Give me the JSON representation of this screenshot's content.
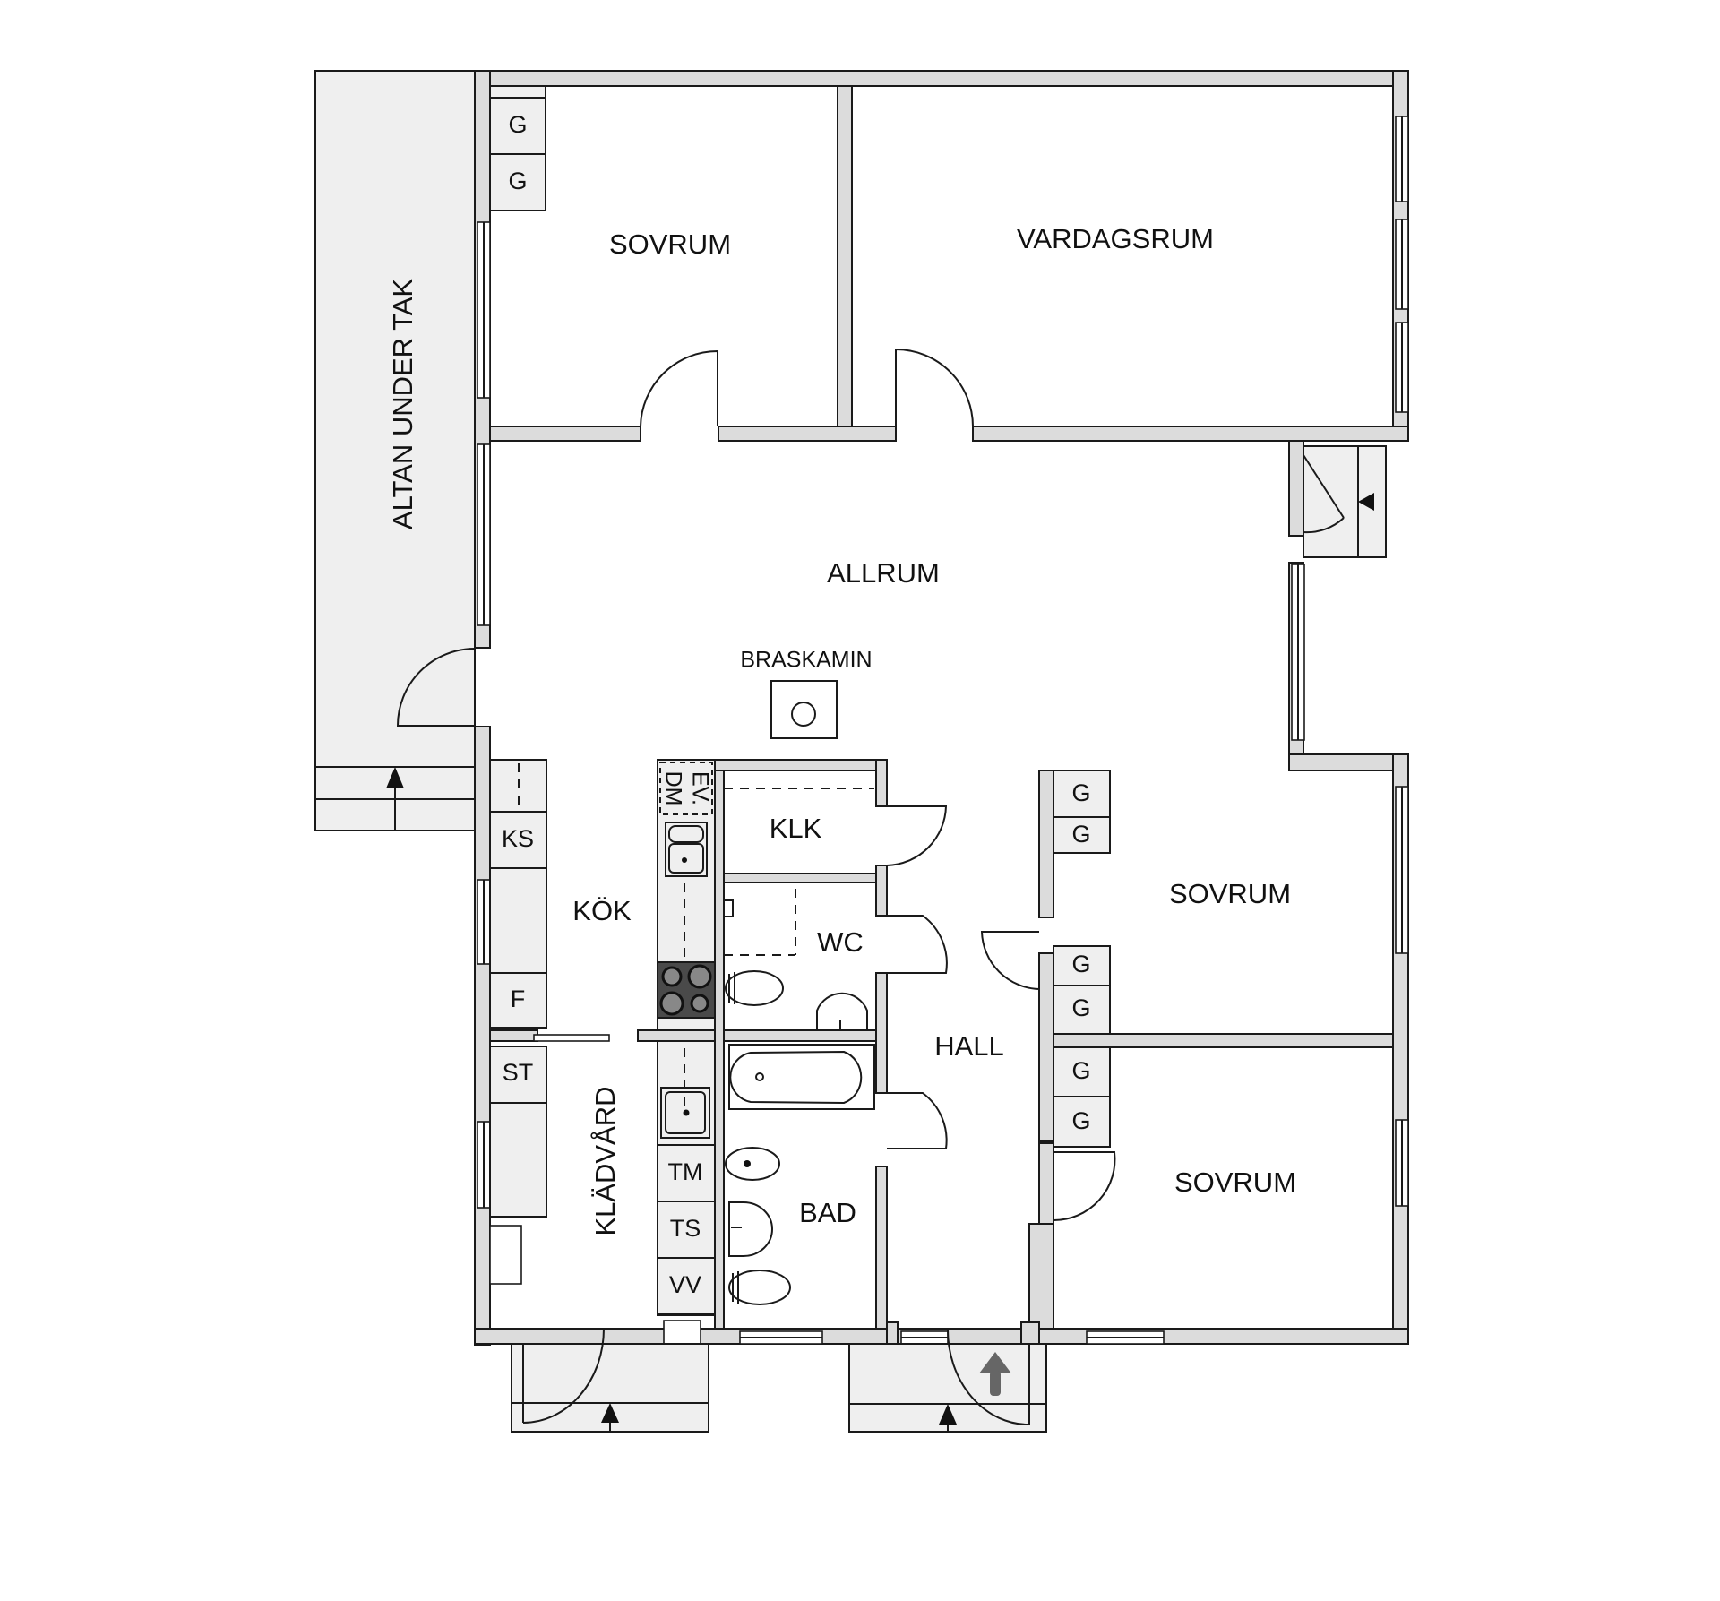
{
  "plan": {
    "rooms": {
      "sovrum_top": "SOVRUM",
      "vardagsrum": "VARDAGSRUM",
      "allrum": "ALLRUM",
      "altan": "ALTAN UNDER TAK",
      "braskamin": "BRASKAMIN",
      "kok": "KÖK",
      "kladvard": "KLÄDVÅRD",
      "klk": "KLK",
      "wc": "WC",
      "bad": "BAD",
      "hall": "HALL",
      "sovrum_mid": "SOVRUM",
      "sovrum_bottom": "SOVRUM"
    },
    "fixtures": {
      "g": "G",
      "ks": "KS",
      "f": "F",
      "st": "ST",
      "dm": "DM",
      "ev": "EV.",
      "tm": "TM",
      "ts": "TS",
      "vv": "VV"
    },
    "colors": {
      "wall_fill": "#dcdcdc",
      "cabinet_fill": "#efefef",
      "line": "#1a1a1a",
      "stove": "#4a4a4a",
      "entry_arrow": "#666666"
    }
  }
}
